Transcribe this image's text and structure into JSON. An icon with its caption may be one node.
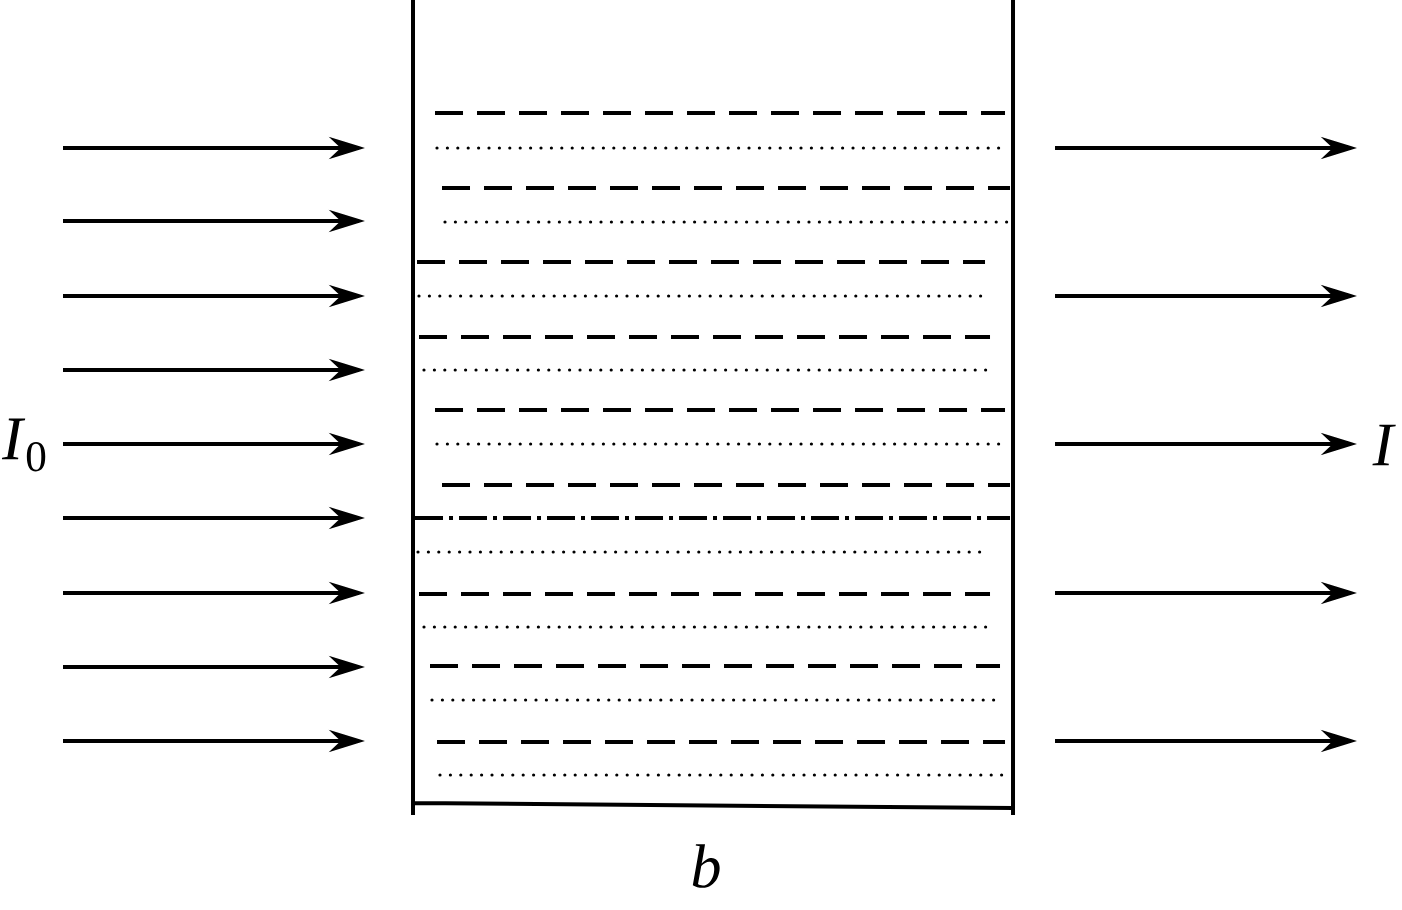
{
  "diagram": {
    "labels": [
      "*I*$_{0}$",
      "I",
      "b"
    ]
  }
}
